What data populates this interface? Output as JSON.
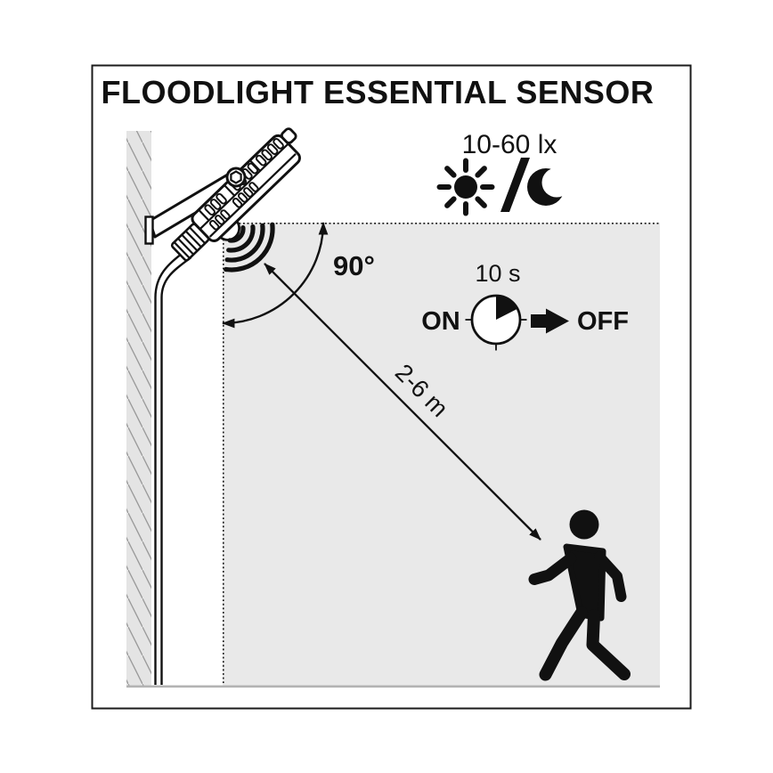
{
  "title": "FLOODLIGHT ESSENTIAL SENSOR",
  "specs": {
    "lux_range": "10-60 lx",
    "detection_angle": "90°",
    "timer_duration": "10 s",
    "state_on": "ON",
    "state_off": "OFF",
    "detection_distance": "2-6 m"
  },
  "icons": {
    "day_night": [
      "sun-icon",
      "slash-divider-icon",
      "crescent-moon-icon"
    ],
    "timer": "clock-icon-with-filled-wedge",
    "transition": "solid-right-arrow-icon",
    "motion": "sensor-waves-icon",
    "target": "walking-person-icon",
    "fixture": "wall-mounted-floodlight-illustration"
  },
  "colors": {
    "background": "#ffffff",
    "outline": "#111111",
    "frame_border": "#1b1b1b",
    "detection_area": "#e9e9e9",
    "wall_fill": "#e4e4e4",
    "wall_hatch": "#9a9a9a",
    "ground_line": "#b3b3b3"
  }
}
